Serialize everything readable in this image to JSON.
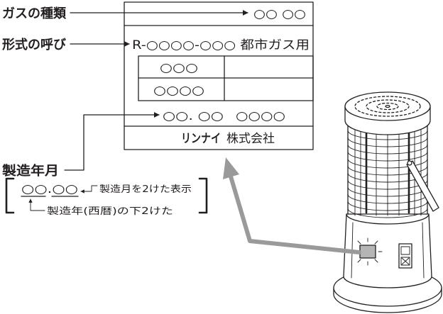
{
  "colors": {
    "ink": "#231f20",
    "pointer_arrow": "#9a9a9a",
    "indicator": "#b5b5b5",
    "background": "#ffffff"
  },
  "callouts": {
    "gas_type": "ガスの種類",
    "model_name": "形式の呼び",
    "manufacture_date": "製造年月"
  },
  "rating_label": {
    "gas_type_value": "○○ ○○",
    "model_value": "R-○○○○-○○○ 都市ガス用",
    "table_rows": [
      "○○○",
      "○○○○"
    ],
    "date_value": "○○. ○○",
    "serial_value": "○○○○",
    "brand": "リンナイ",
    "company_suffix": "株式会社"
  },
  "date_format": {
    "example": "○○.○○",
    "month_note": "製造月を2けた表示",
    "year_note": "製造年(西暦)の下2けた"
  },
  "illustration": {
    "icon": "gas-heater-icon"
  }
}
